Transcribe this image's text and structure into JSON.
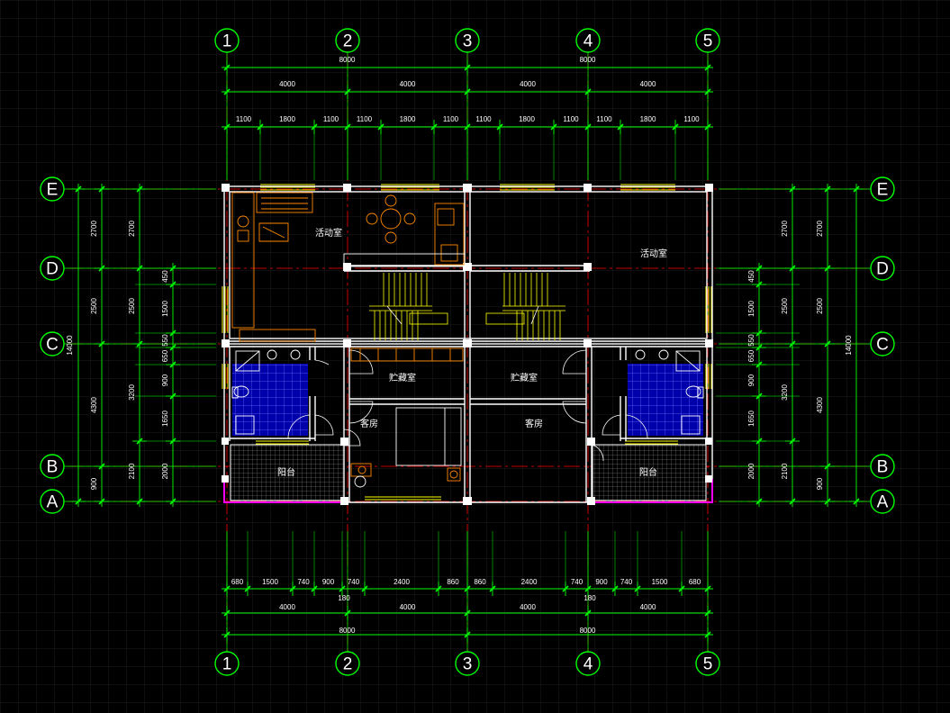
{
  "colors": {
    "background": "#000000",
    "grid": "#1c1c1c",
    "dimension": "#00ff00",
    "axis_line": "#ff0000",
    "wall": "#ffffff",
    "window": "#ffff00",
    "furniture": "#ff8800",
    "tile": "#0000aa",
    "balcony_edge": "#ff00ff",
    "text": "#ffffff"
  },
  "axes": {
    "columns": [
      "1",
      "2",
      "3",
      "4",
      "5"
    ],
    "rows": [
      "E",
      "D",
      "C",
      "B",
      "A"
    ]
  },
  "dimensions": {
    "top_total": [
      "8000",
      "8000"
    ],
    "top_bays": [
      "4000",
      "4000",
      "4000",
      "4000"
    ],
    "top_openings": [
      "1100",
      "1800",
      "1100",
      "1100",
      "1800",
      "1100",
      "1100",
      "1800",
      "1100",
      "1100",
      "1800",
      "1100"
    ],
    "bottom_openings": [
      "680",
      "1500",
      "740",
      "900",
      "740",
      "2400",
      "860",
      "860",
      "2400",
      "740",
      "900",
      "740",
      "1500",
      "680"
    ],
    "bottom_small": [
      "180",
      "180"
    ],
    "bottom_bays": [
      "4000",
      "4000",
      "4000",
      "4000"
    ],
    "bottom_total": [
      "8000",
      "8000"
    ],
    "left_outer": [
      "2700",
      "2500",
      "4300",
      "900"
    ],
    "left_total": "14000",
    "left_middle": [
      "2700",
      "2500",
      "3200",
      "2100"
    ],
    "left_inner": [
      "450",
      "1500",
      "550",
      "650",
      "900",
      "1650",
      "2000"
    ],
    "right_inner": [
      "450",
      "1500",
      "550",
      "650",
      "900",
      "1650",
      "2000"
    ],
    "right_middle": [
      "2700",
      "2500",
      "3200",
      "2100"
    ],
    "right_outer": [
      "2700",
      "2500",
      "4300",
      "900"
    ],
    "right_total": "14000"
  },
  "rooms": [
    {
      "name": "活动室"
    },
    {
      "name": "活动室"
    },
    {
      "name": "贮藏室"
    },
    {
      "name": "贮藏室"
    },
    {
      "name": "客房"
    },
    {
      "name": "客房"
    },
    {
      "name": "阳台"
    },
    {
      "name": "阳台"
    }
  ]
}
